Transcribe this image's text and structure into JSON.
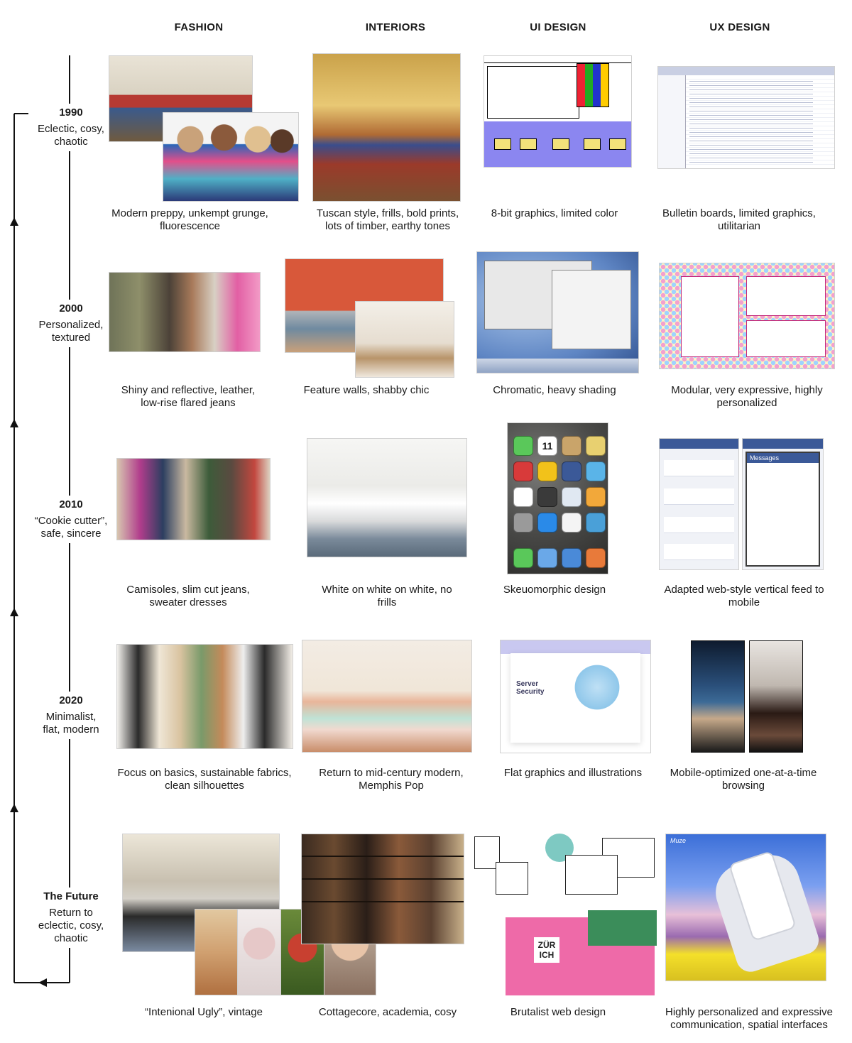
{
  "columns": [
    "FASHION",
    "INTERIORS",
    "UI DESIGN",
    "UX DESIGN"
  ],
  "eras": [
    {
      "year": "1990",
      "desc": "Eclectic, cosy, chaotic"
    },
    {
      "year": "2000",
      "desc": "Personalized, textured"
    },
    {
      "year": "2010",
      "desc": "“Cookie cutter”, safe, sincere"
    },
    {
      "year": "2020",
      "desc": "Minimalist, flat, modern"
    },
    {
      "year": "The Future",
      "desc": "Return to eclectic, cosy, chaotic"
    }
  ],
  "rows": [
    {
      "fashion": "Modern preppy, unkempt grunge, fluorescence",
      "interiors": "Tuscan style, frills, bold prints, lots of timber, earthy tones",
      "ui": "8-bit graphics, limited color",
      "ux": "Bulletin boards, limited graphics, utilitarian"
    },
    {
      "fashion": "Shiny and reflective, leather, low-rise flared jeans",
      "interiors": "Feature walls, shabby chic",
      "ui": "Chromatic, heavy shading",
      "ux": "Modular, very expressive, highly personalized"
    },
    {
      "fashion": "Camisoles, slim cut jeans, sweater dresses",
      "interiors": "White on white on white, no frills",
      "ui": "Skeuomorphic design",
      "ux": "Adapted web-style vertical feed to mobile"
    },
    {
      "fashion": "Focus on basics, sustainable fabrics, clean silhouettes",
      "interiors": "Return to mid-century modern, Memphis Pop",
      "ui": "Flat graphics and illustrations",
      "ux": "Mobile-optimized one-at-a-time browsing"
    },
    {
      "fashion": "“Intenional Ugly”, vintage",
      "interiors": "Cottagecore, academia, cosy",
      "ui": "Brutalist web design",
      "ux": "Highly personalized and expressive communication, spatial interfaces"
    }
  ],
  "thumbnails": {
    "ui_2020_heading": "Server Security",
    "ux_2010_messages": "Messages",
    "ui_future_tote": "ZÜR ICH",
    "ux_future_logo": "Muze",
    "ui_2010_calendar": "11"
  },
  "colors": {
    "timeline": "#111111",
    "text": "#1a1a1a"
  }
}
